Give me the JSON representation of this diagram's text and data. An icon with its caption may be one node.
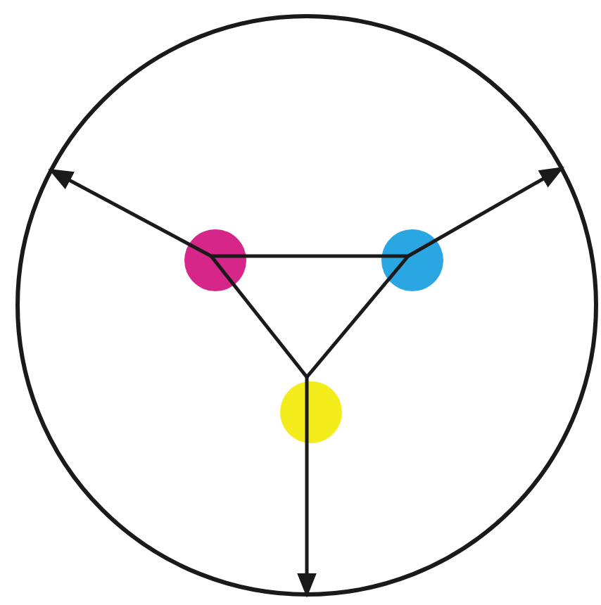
{
  "diagram": {
    "nodes": [
      {
        "text": [],
        "shape": "circle"
      },
      {
        "text": [],
        "shape": "circle",
        "in": 0
      },
      {
        "text": [],
        "shape": "circle",
        "in": 0
      },
      {
        "text": [],
        "shape": "circle",
        "in": 0
      }
    ],
    "edges": [
      {
        "from": 1,
        "to": 2,
        "arrow": "none"
      },
      {
        "from": 1,
        "to": 3,
        "arrow": "none"
      },
      {
        "from": 2,
        "to": 3,
        "arrow": "none"
      },
      {
        "from": 1,
        "to": 0,
        "arrow": "to"
      },
      {
        "from": 2,
        "to": 0,
        "arrow": "to"
      },
      {
        "from": 3,
        "to": 0,
        "arrow": "to"
      }
    ]
  }
}
